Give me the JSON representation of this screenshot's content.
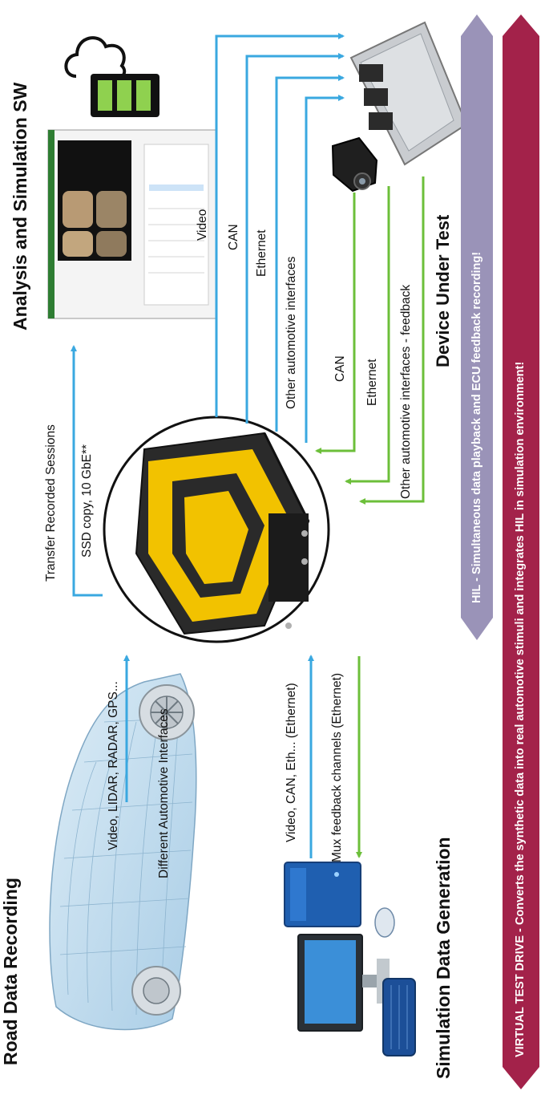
{
  "headings": {
    "road": "Road Data Recording",
    "simgen": "Simulation Data Generation",
    "analysis": "Analysis and Simulation SW",
    "dut": "Device Under Test"
  },
  "labels": {
    "video_lidar": "Video, LIDAR, RADAR, GPS...",
    "diff_interfaces": "Different Automotive Interfaces",
    "transfer": "Transfer Recorded Sessions",
    "ssd": "SSD copy, 10 GbE**",
    "video_can_eth": "Video, CAN, Eth... (Ethernet)",
    "mux": "Mux feedback channels (Ethernet)",
    "out_video": "Video",
    "out_can": "CAN",
    "out_ethernet": "Ethernet",
    "out_other": "Other automotive interfaces",
    "fb_can": "CAN",
    "fb_ethernet": "Ethernet",
    "fb_other": "Other automotive interfaces - feedback"
  },
  "bands": {
    "hil": "HIL - Simultaneous data playback and ECU feedback recording!",
    "vtd": "VIRTUAL TEST DRIVE - Converts the synthetic data into real automotive stimuli and integrates HIL in simulation environment!"
  },
  "colors": {
    "blue_arrow": "#3aa8e0",
    "green_arrow": "#6cbf3a",
    "hil_band": "#9a93b8",
    "vtd_band": "#a3224a",
    "logger_yellow": "#f2c200"
  }
}
